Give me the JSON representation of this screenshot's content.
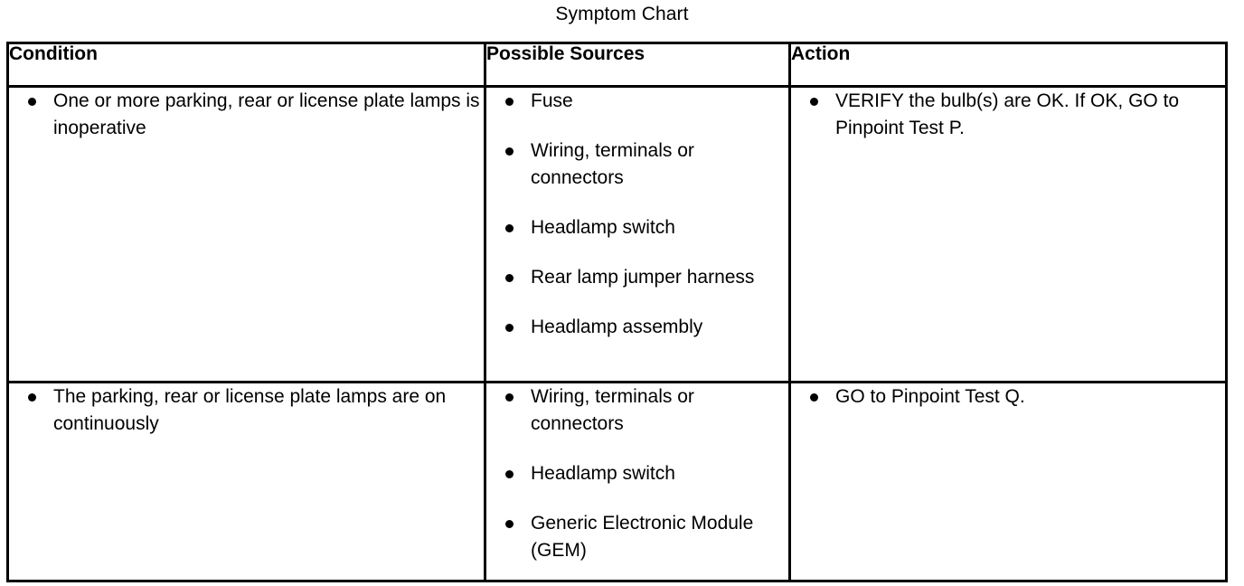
{
  "document": {
    "title": "Symptom Chart"
  },
  "table": {
    "headers": [
      {
        "label": "Condition"
      },
      {
        "label": "Possible Sources"
      },
      {
        "label": "Action"
      }
    ],
    "rows": [
      {
        "condition": [
          "One or more parking, rear or license plate lamps is inoperative"
        ],
        "possible_sources": [
          "Fuse",
          "Wiring, terminals or connectors",
          "Headlamp switch",
          "Rear lamp jumper harness",
          "Headlamp assembly"
        ],
        "action": [
          "VERIFY the bulb(s) are OK. If OK, GO to Pinpoint Test P."
        ]
      },
      {
        "condition": [
          "The parking, rear or license plate lamps are on continuously"
        ],
        "possible_sources": [
          "Wiring, terminals or connectors",
          "Headlamp switch",
          "Generic Electronic Module (GEM)"
        ],
        "action": [
          "GO to Pinpoint Test Q."
        ]
      }
    ]
  },
  "colors": {
    "background": "#ffffff",
    "text": "#000000",
    "border": "#000000"
  }
}
